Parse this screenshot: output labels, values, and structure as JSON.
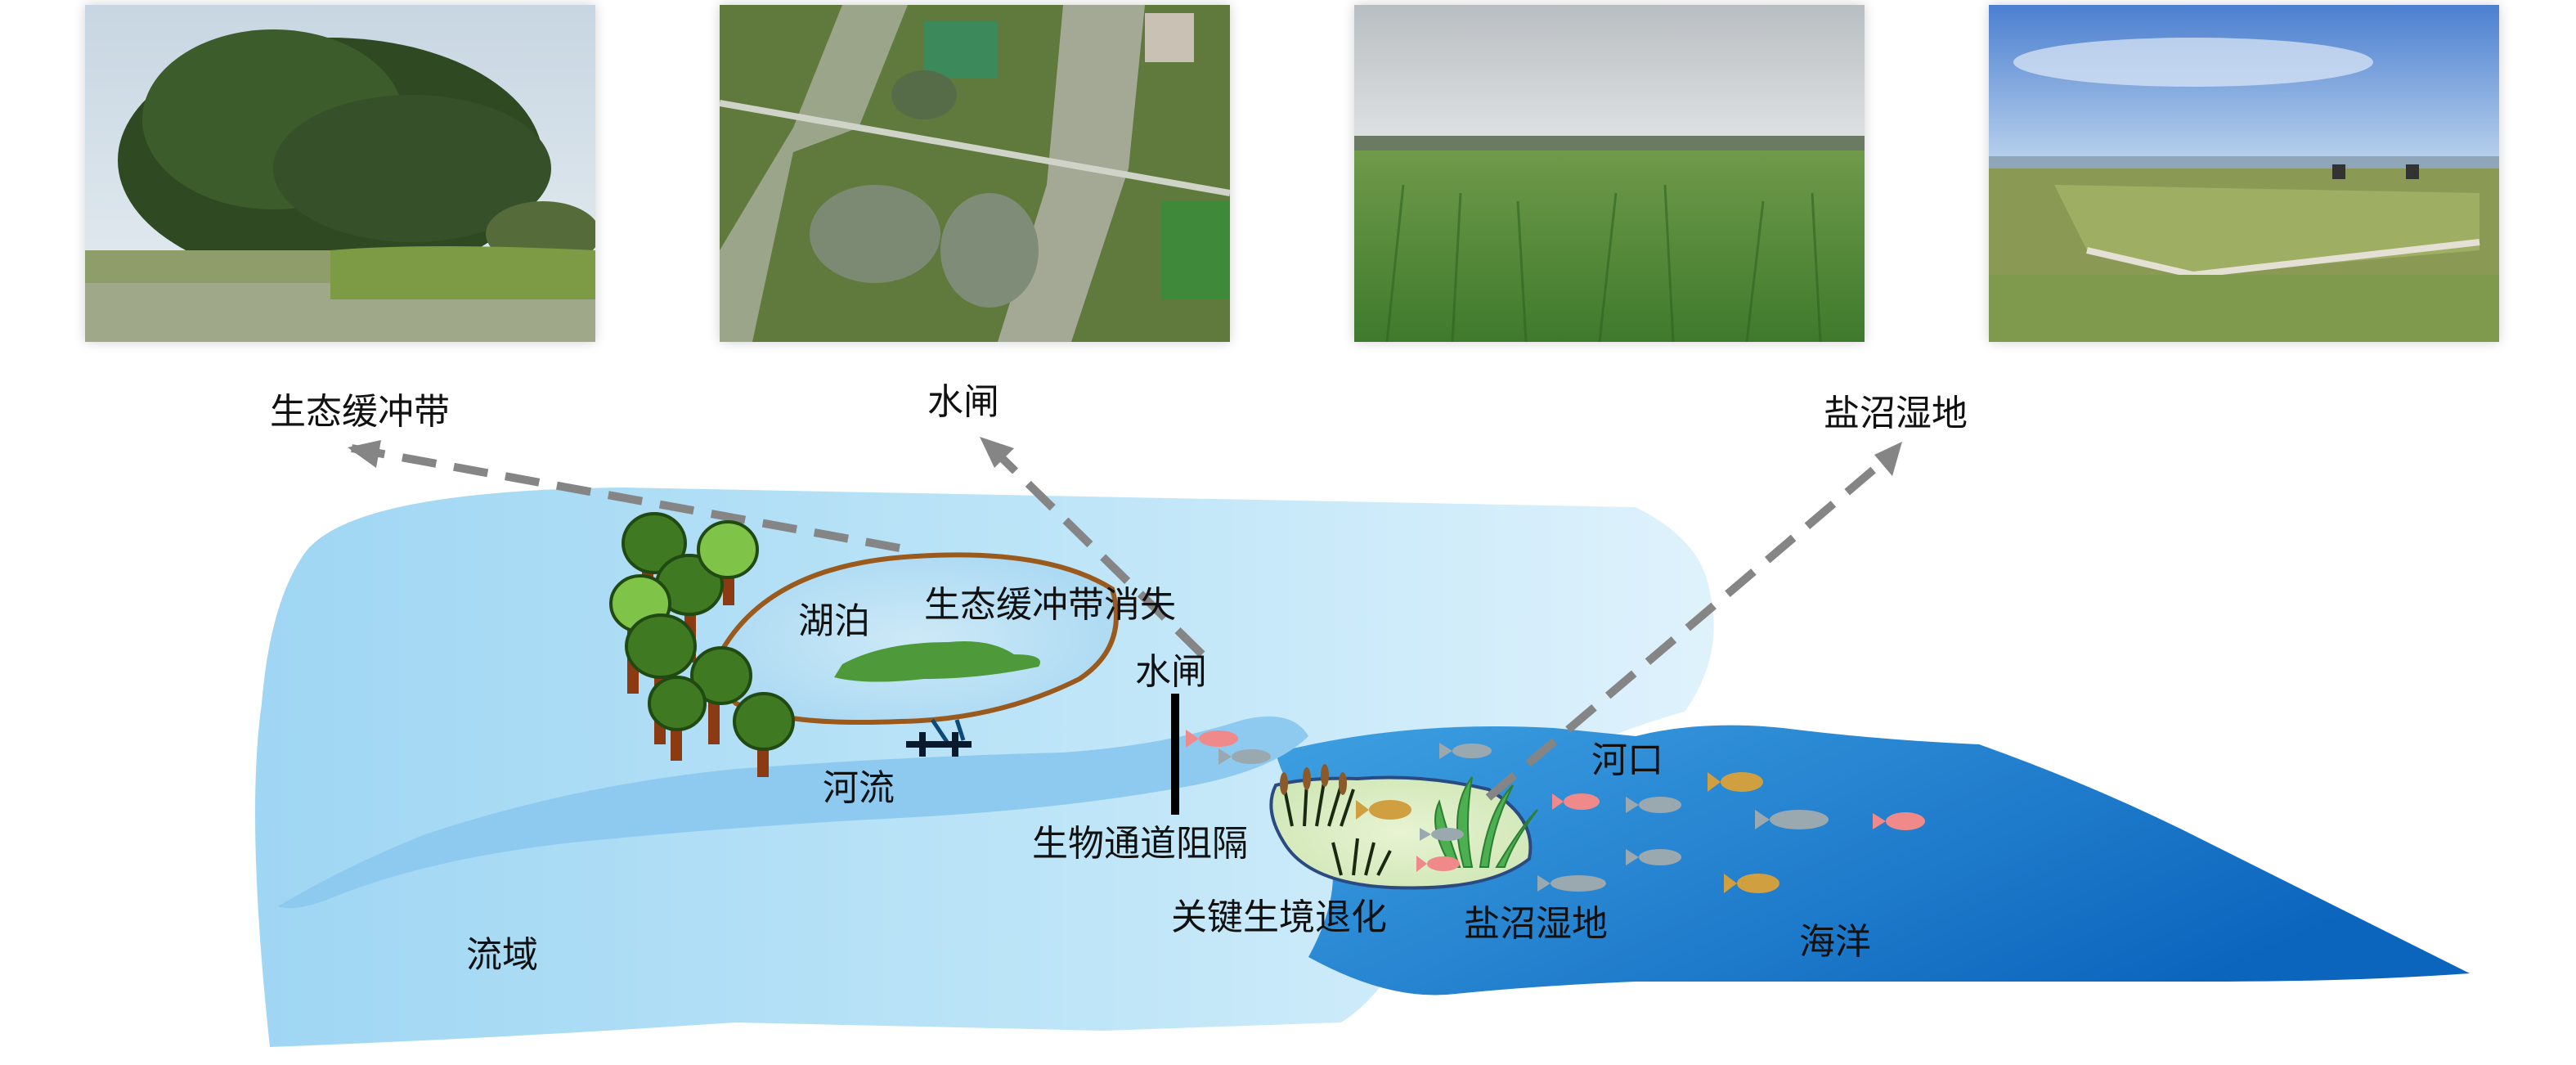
{
  "callouts": {
    "buffer_zone": "生态缓冲带",
    "sluice": "水闸",
    "salt_marsh": "盐沼湿地"
  },
  "diagram_labels": {
    "lake": "湖泊",
    "buffer_loss": "生态缓冲带消失",
    "sluice": "水闸",
    "river": "河流",
    "passage_blocked": "生物通道阻隔",
    "habitat_degradation": "关键生境退化",
    "salt_marsh": "盐沼湿地",
    "estuary": "河口",
    "basin": "流域",
    "ocean": "海洋"
  },
  "photos": [
    {
      "subject": "lakeshore-forest-buffer-zone"
    },
    {
      "subject": "aerial-sluice-waterways"
    },
    {
      "subject": "green-reed-marsh"
    },
    {
      "subject": "coastal-salt-marsh"
    }
  ],
  "colors": {
    "basin": "#a8dcf5",
    "river": "#8ec9f0",
    "ocean": "#1677c9",
    "lake_border": "#9a5a1e",
    "arrow": "#858585",
    "tree_green": "#4a8a2a",
    "trunk": "#8b3a12"
  }
}
